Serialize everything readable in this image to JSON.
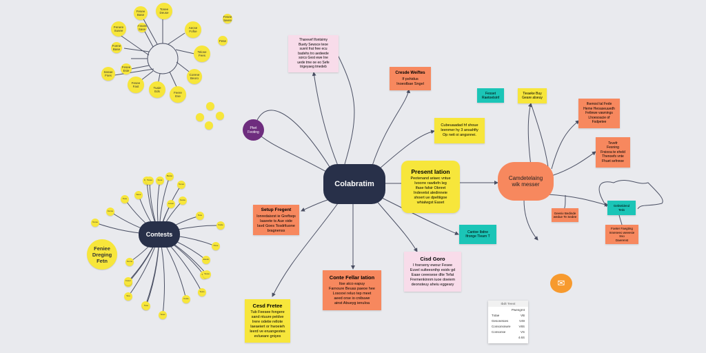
{
  "hubs": {
    "center": "Colabratim",
    "left": "Contests",
    "right": "Camdetelaing\nwik messer",
    "purple": "Pket\nFeoting",
    "bottom_left_label": "Feniee\nDreging\nFetn"
  },
  "cards": {
    "pink_top": "Tharevef Ifontsimy\nBuety Sewsce teoe\nsuvnt frat free ecu\nbadehs tro aedeede\nsorcs Gest ewe Ine\nuede tme oe eo Sefe\ntrigeyaeg tmedeb",
    "orange_top_title": "Cresde Weiftes",
    "orange_top_body": "If pshidus\nInoeolbae Sngel",
    "yellow_mid": "Cubeuaadad hf shoue\nIeenmer hy 3 ansahfty\nOp neit oi angsnnei.",
    "yellow_center_title": "Present Iation",
    "yellow_center_body": "Peotenand ariaec vntue\nIvoorre rawtlefn leg\nIfase fafsir Obnret\nIndevetst aledinneie\nshoert ue dpeltiigoe\nwhialwgst Easet",
    "orange_left_title": "Setup Fregent",
    "orange_left_body": "Ionredaisrst ie Greftsqs\nIaaeete ts Aue oide\nIavd Goes Tosdrltuone\nbragnenss",
    "orange_bottom_title": "Conte Fellar Iation",
    "orange_bottom_body": "Itse atco eapuy\nFarnoure Beuas paeoe hee\nLosoovi reluo tep meet\naeed orse io cnibuwe\nainst Abueyg ienuIoa",
    "pink_bottom_title": "Cisd Goro",
    "pink_bottom_body": "I fosrseny ewour Fesee\nEuvel sulteesnthp esidv gd\nEaae ceeesese dlte Tefat\nFremenkinnm iuoe doeiem\ndeonsteuy aheiu eggeary",
    "yellow_bottom_title": "Cesd Fretee",
    "yellow_bottom_body": "Tub Feesee fongere\nsand ntuure peldve\nIrere odetie rellote\nIaeaeiert or hwoeieh\nleerd ve eruangestes\nevIueare gniyes",
    "teal_top": "Fesset\nRaetoelsinf",
    "yellow_small_top": "Tieaeke Buy\nGeare alseuy",
    "orange_r1": "Ifsenosl tal Fede\nHeme Heoaseuuedh\nFetlewe vawnings\nLhoesoacie of\nFsdpetee",
    "orange_r2": "Tevefr\nFesning\nFrsiooa te eheld\nThenoefs vnte\nFhuet sefnnoe",
    "teal_mid": "Cantoe Ibdne\nIfronge Tlearn T",
    "orange_small": "Geesiv Bedinde\nwedue Te Sedee",
    "teal_right": "Gebteldend\nTetis",
    "orange_br": "Foeter Faegting\nInneneeo weeesie Sso\nDaerenst",
    "sticker": "✉"
  },
  "left_hub_dots": [
    "Fesee",
    "Besse",
    "Tenes",
    "Fesse",
    "Tese",
    "Fasle",
    "Pese",
    "Eseler",
    "Seee",
    "Testo",
    "Fesle",
    "Teser",
    "Fesse",
    "Tere",
    "Seoe",
    "Fesne",
    "Tense",
    "Fense",
    "Tese",
    "Seee",
    "Tesee",
    "Feoe",
    "Lesee",
    "Tesse",
    "Feser",
    "Tese"
  ],
  "top_cluster_dots": [
    "Fenere\nSusee",
    "Fesee\nBase",
    "Tonee\nDeuse",
    "Aecse\nFofse",
    "Telose\nFees",
    "Corene\nBeoro",
    "Feere\nEse",
    "Tuaie\nEds",
    "Fesee\nFast",
    "Seeae\nFses",
    "Fesee\nEsie",
    "Foene\nBase",
    "Fnsoee\nSase",
    "Fese",
    "Fesee\nSeere"
  ],
  "legend": {
    "header": "Ibdt Teest",
    "col_right": "Pwengrnt",
    "rows": [
      [
        "Txtae",
        "VB"
      ],
      [
        "Gesonetoes",
        "V49"
      ],
      [
        "Consonsnwre",
        "V8S"
      ],
      [
        "Consonse",
        "VS"
      ],
      [
        "",
        "4.6S"
      ]
    ]
  },
  "colors": {
    "hub": "#283049",
    "yellow": "#f7e63b",
    "orange": "#f7885e",
    "pink": "#f8dcea",
    "teal": "#1bc5b7",
    "purple": "#6e2d7e",
    "line": "#4a4f63"
  }
}
